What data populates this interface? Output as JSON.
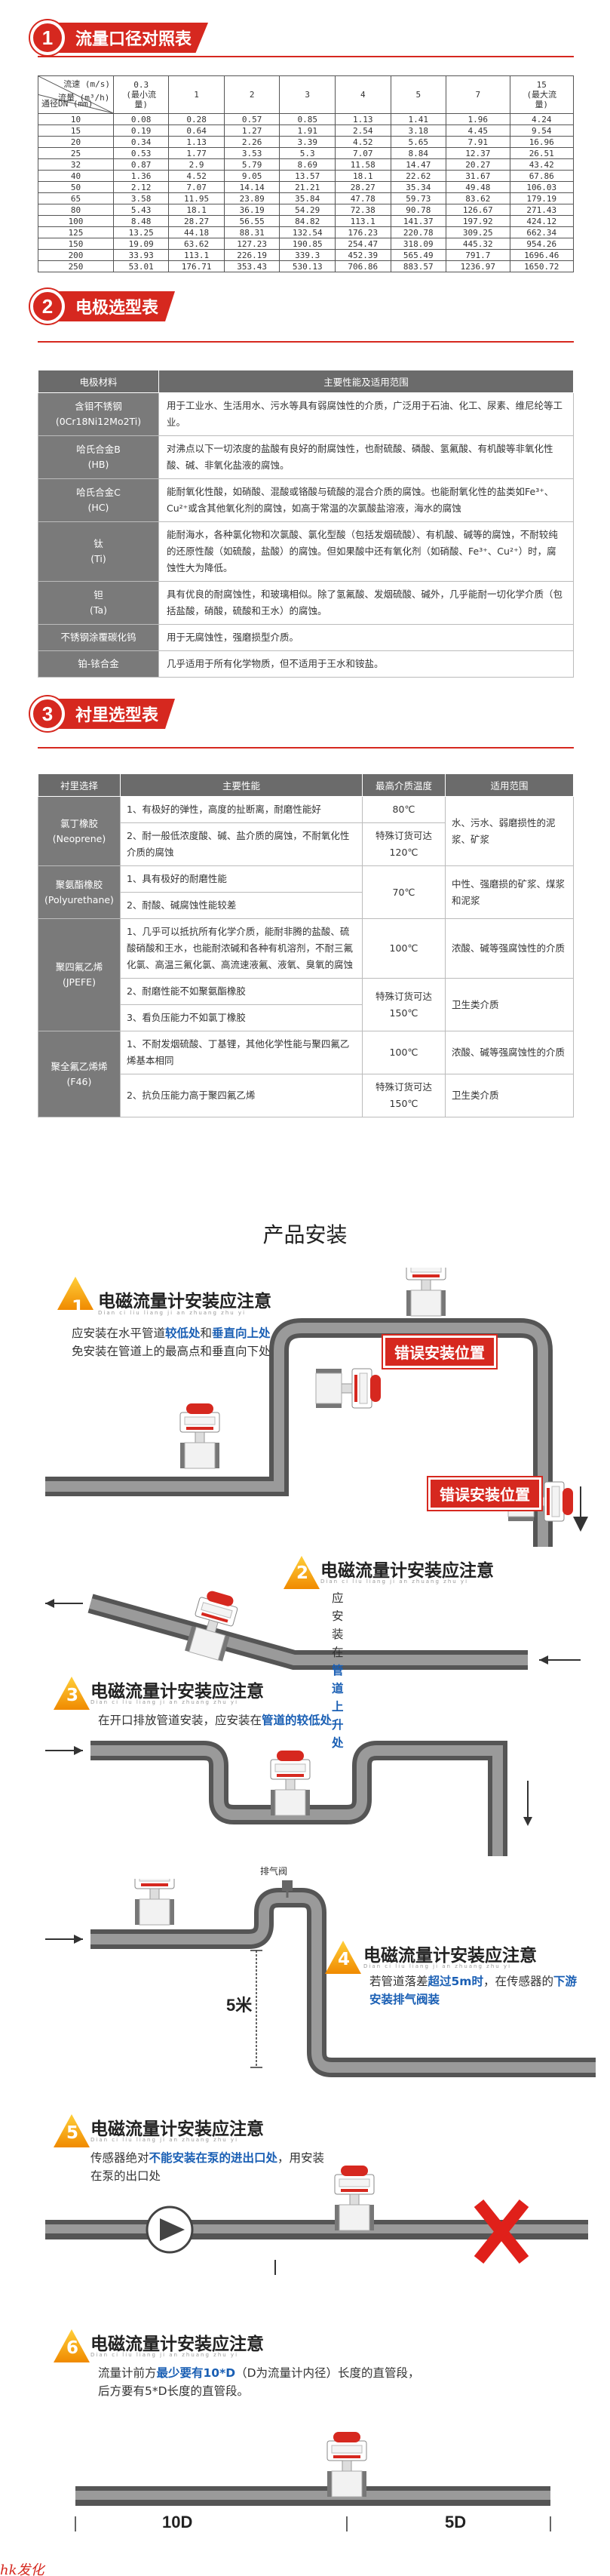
{
  "sections": {
    "s1": {
      "num": "1",
      "title": "流量口径对照表"
    },
    "s2": {
      "num": "2",
      "title": "电极选型表"
    },
    "s3": {
      "num": "3",
      "title": "衬里选型表"
    }
  },
  "flow_table": {
    "corner_top": "流速 (m/s)",
    "corner_mid": "流量 (m³/h)",
    "corner_bottom": "通径DN (mm)",
    "speeds": [
      "0.3\n(最小流\n量)",
      "1",
      "2",
      "3",
      "4",
      "5",
      "7",
      "15\n(最大流\n量)"
    ],
    "rows": [
      [
        "10",
        "0.08",
        "0.28",
        "0.57",
        "0.85",
        "1.13",
        "1.41",
        "1.96",
        "4.24"
      ],
      [
        "15",
        "0.19",
        "0.64",
        "1.27",
        "1.91",
        "2.54",
        "3.18",
        "4.45",
        "9.54"
      ],
      [
        "20",
        "0.34",
        "1.13",
        "2.26",
        "3.39",
        "4.52",
        "5.65",
        "7.91",
        "16.96"
      ],
      [
        "25",
        "0.53",
        "1.77",
        "3.53",
        "5.3",
        "7.07",
        "8.84",
        "12.37",
        "26.51"
      ],
      [
        "32",
        "0.87",
        "2.9",
        "5.79",
        "8.69",
        "11.58",
        "14.47",
        "20.27",
        "43.42"
      ],
      [
        "40",
        "1.36",
        "4.52",
        "9.05",
        "13.57",
        "18.1",
        "22.62",
        "31.67",
        "67.86"
      ],
      [
        "50",
        "2.12",
        "7.07",
        "14.14",
        "21.21",
        "28.27",
        "35.34",
        "49.48",
        "106.03"
      ],
      [
        "65",
        "3.58",
        "11.95",
        "23.89",
        "35.84",
        "47.78",
        "59.73",
        "83.62",
        "179.19"
      ],
      [
        "80",
        "5.43",
        "18.1",
        "36.19",
        "54.29",
        "72.38",
        "90.78",
        "126.67",
        "271.43"
      ],
      [
        "100",
        "8.48",
        "28.27",
        "56.55",
        "84.82",
        "113.1",
        "141.37",
        "197.92",
        "424.12"
      ],
      [
        "125",
        "13.25",
        "44.18",
        "88.31",
        "132.54",
        "176.23",
        "220.78",
        "309.25",
        "662.34"
      ],
      [
        "150",
        "19.09",
        "63.62",
        "127.23",
        "190.85",
        "254.47",
        "318.09",
        "445.32",
        "954.26"
      ],
      [
        "200",
        "33.93",
        "113.1",
        "226.19",
        "339.3",
        "452.39",
        "565.49",
        "791.7",
        "1696.46"
      ],
      [
        "250",
        "53.01",
        "176.71",
        "353.43",
        "530.13",
        "706.86",
        "883.57",
        "1236.97",
        "1650.72"
      ]
    ]
  },
  "electrode_table": {
    "headers": [
      "电极材料",
      "主要性能及适用范围"
    ],
    "rows": [
      {
        "name": "含钼不锈钢\n(0Cr18Ni12Mo2Ti)",
        "desc": "用于工业水、生活用水、污水等具有弱腐蚀性的介质，广泛用于石油、化工、尿素、维尼纶等工业。"
      },
      {
        "name": "哈氏合金B\n(HB)",
        "desc": "对沸点以下一切浓度的盐酸有良好的耐腐蚀性，也耐硫酸、磷酸、氢氟酸、有机酸等非氧化性酸、碱、非氧化盐液的腐蚀。"
      },
      {
        "name": "哈氏合金C\n(HC)",
        "desc": "能耐氧化性酸，如硝酸、混酸或铬酸与硫酸的混合介质的腐蚀。也能耐氧化性的盐类如Fe³⁺、Cu²⁺或含其他氧化剂的腐蚀，如高于常温的次氯酸盐溶液，海水的腐蚀"
      },
      {
        "name": "钛\n(Ti)",
        "desc": "能耐海水，各种氯化物和次氯酸、氯化型酸（包括发烟硫酸）、有机酸、碱等的腐蚀，不耐较纯的还原性酸（如硫酸，盐酸）的腐蚀。但如果酸中还有氧化剂（如硝酸、Fe³⁺、Cu²⁺）时，腐蚀性大为降低。"
      },
      {
        "name": "钽\n(Ta)",
        "desc": "具有优良的耐腐蚀性，和玻璃相似。除了氢氟酸、发烟硫酸、碱外，几乎能耐一切化学介质（包括盐酸，硝酸，硫酸和王水）的腐蚀。"
      },
      {
        "name": "不锈钢涂覆碳化钨",
        "desc": "用于无腐蚀性，强磨损型介质。"
      },
      {
        "name": "铂-铱合金",
        "desc": "几乎适用于所有化学物质，但不适用于王水和铵盐。"
      }
    ]
  },
  "lining_table": {
    "headers": [
      "衬里选择",
      "主要性能",
      "最高介质温度",
      "适用范围"
    ],
    "groups": [
      {
        "name": "氯丁橡胶\n(Neoprene)",
        "rows": [
          {
            "perf": "1、有极好的弹性，高度的扯断离，耐磨性能好",
            "temp": "80℃",
            "scope": "水、污水、弱磨损性的泥浆、矿浆",
            "span": 2
          },
          {
            "perf": "2、耐一般低浓度酸、碱、盐介质的腐蚀，不耐氧化性介质的腐蚀",
            "temp": "特殊订货可达120℃"
          }
        ]
      },
      {
        "name": "聚氨酯橡胶\n(Polyurethane)",
        "rows": [
          {
            "perf": "1、具有极好的耐磨性能",
            "temp": "70℃",
            "scope": "中性、强磨损的矿浆、煤浆和泥浆",
            "tspan": 2,
            "span": 2
          },
          {
            "perf": "2、耐酸、碱腐蚀性能较差"
          }
        ]
      },
      {
        "name": "聚四氟乙烯\n(JPEFE)",
        "rows": [
          {
            "perf": "1、几乎可以抵抗所有化学介质，能耐非腾的盐酸、硫酸硝酸和王水，也能耐浓碱和各种有机溶剂，不耐三氟化氯、高温三氟化氯、高流速液氟、液氧、臭氧的腐蚀",
            "temp": "100℃",
            "scope": "浓酸、碱等强腐蚀性的介质"
          },
          {
            "perf": "2、耐磨性能不如聚氨酯橡胶",
            "temp": "特殊订货可达150℃",
            "scope": "卫生类介质",
            "tspan": 2,
            "span": 2
          },
          {
            "perf": "3、看负压能力不如氯丁橡胶"
          }
        ]
      },
      {
        "name": "聚全氟乙烯烯\n(F46)",
        "rows": [
          {
            "perf": "1、不耐发烟硫酸、丁基锂，其他化学性能与聚四氟乙烯基本相同",
            "temp": "100℃",
            "scope": "浓酸、碱等强腐蚀性的介质"
          },
          {
            "perf": "2、抗负压能力高于聚四氟乙烯",
            "temp": "特殊订货可达150℃",
            "scope": "卫生类介质"
          }
        ]
      }
    ]
  },
  "install": {
    "title": "产品安装",
    "subtitle_en": "Dian ci liu liang ji an zhuang zhu yi",
    "steps": [
      {
        "num": "1",
        "title": "电磁流量计安装应注意",
        "text_a": "应安装在水平管道",
        "hl_a": "较低处",
        "text_b": "和",
        "hl_b": "垂直向上处",
        "text_c": "，避免安装在管道上的最高点和垂直向下处。"
      },
      {
        "num": "2",
        "title": "电磁流量计安装应注意",
        "text_a": "应安装在",
        "hl_a": "管道上升处"
      },
      {
        "num": "3",
        "title": "电磁流量计安装应注意",
        "text_a": "在开口排放管道安装，应安装在",
        "hl_a": "管道的较低处"
      },
      {
        "num": "4",
        "title": "电磁流量计安装应注意",
        "text_a": "若管道落差",
        "hl_a": "超过5m时",
        "text_b": "，在传感器的",
        "hl_b": "下游安装排气阀装"
      },
      {
        "num": "5",
        "title": "电磁流量计安装应注意",
        "text_a": "传感器绝对",
        "hl_a": "不能安装在泵的进出口处",
        "text_b": "，用安装在泵的出口处"
      },
      {
        "num": "6",
        "title": "电磁流量计安装应注意",
        "text_a": "流量计前方",
        "hl_a": "最少要有10*D",
        "text_b": "（D为流量计内径）长度的直管段，后方要有5*D长度的直管段。"
      }
    ],
    "wrong_label": "错误安装位置",
    "vent_label": "排气阀",
    "drop_label": "5米",
    "upstream_label": "10D",
    "downstream_label": "5D"
  },
  "footer": "hk发化"
}
